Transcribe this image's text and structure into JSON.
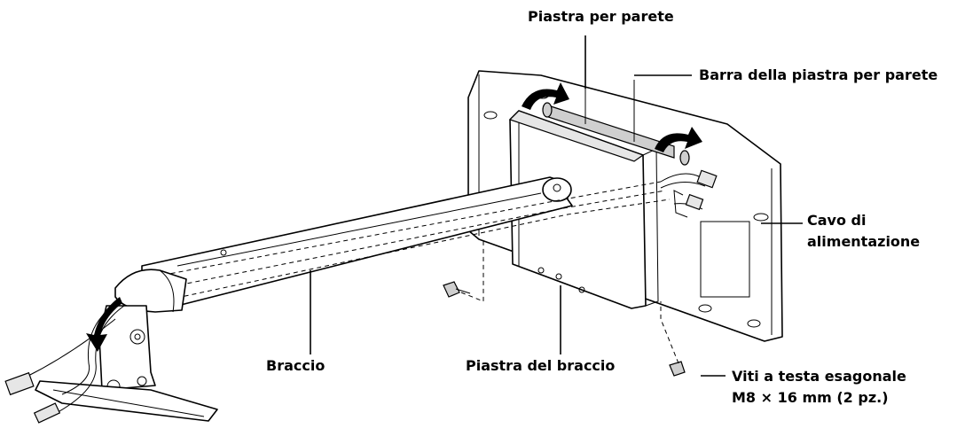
{
  "labels": {
    "wall_plate": "Piastra per parete",
    "wall_plate_bar": "Barra della piastra per parete",
    "power_cable_line1": "Cavo di",
    "power_cable_line2": "alimentazione",
    "arm": "Braccio",
    "arm_plate": "Piastra del braccio",
    "screws_line1": "Viti a testa esagonale",
    "screws_line2": "M8 × 16 mm (2 pz.)"
  },
  "colors": {
    "line": "#000000",
    "background": "#ffffff",
    "shade": "#e6e6e6"
  }
}
